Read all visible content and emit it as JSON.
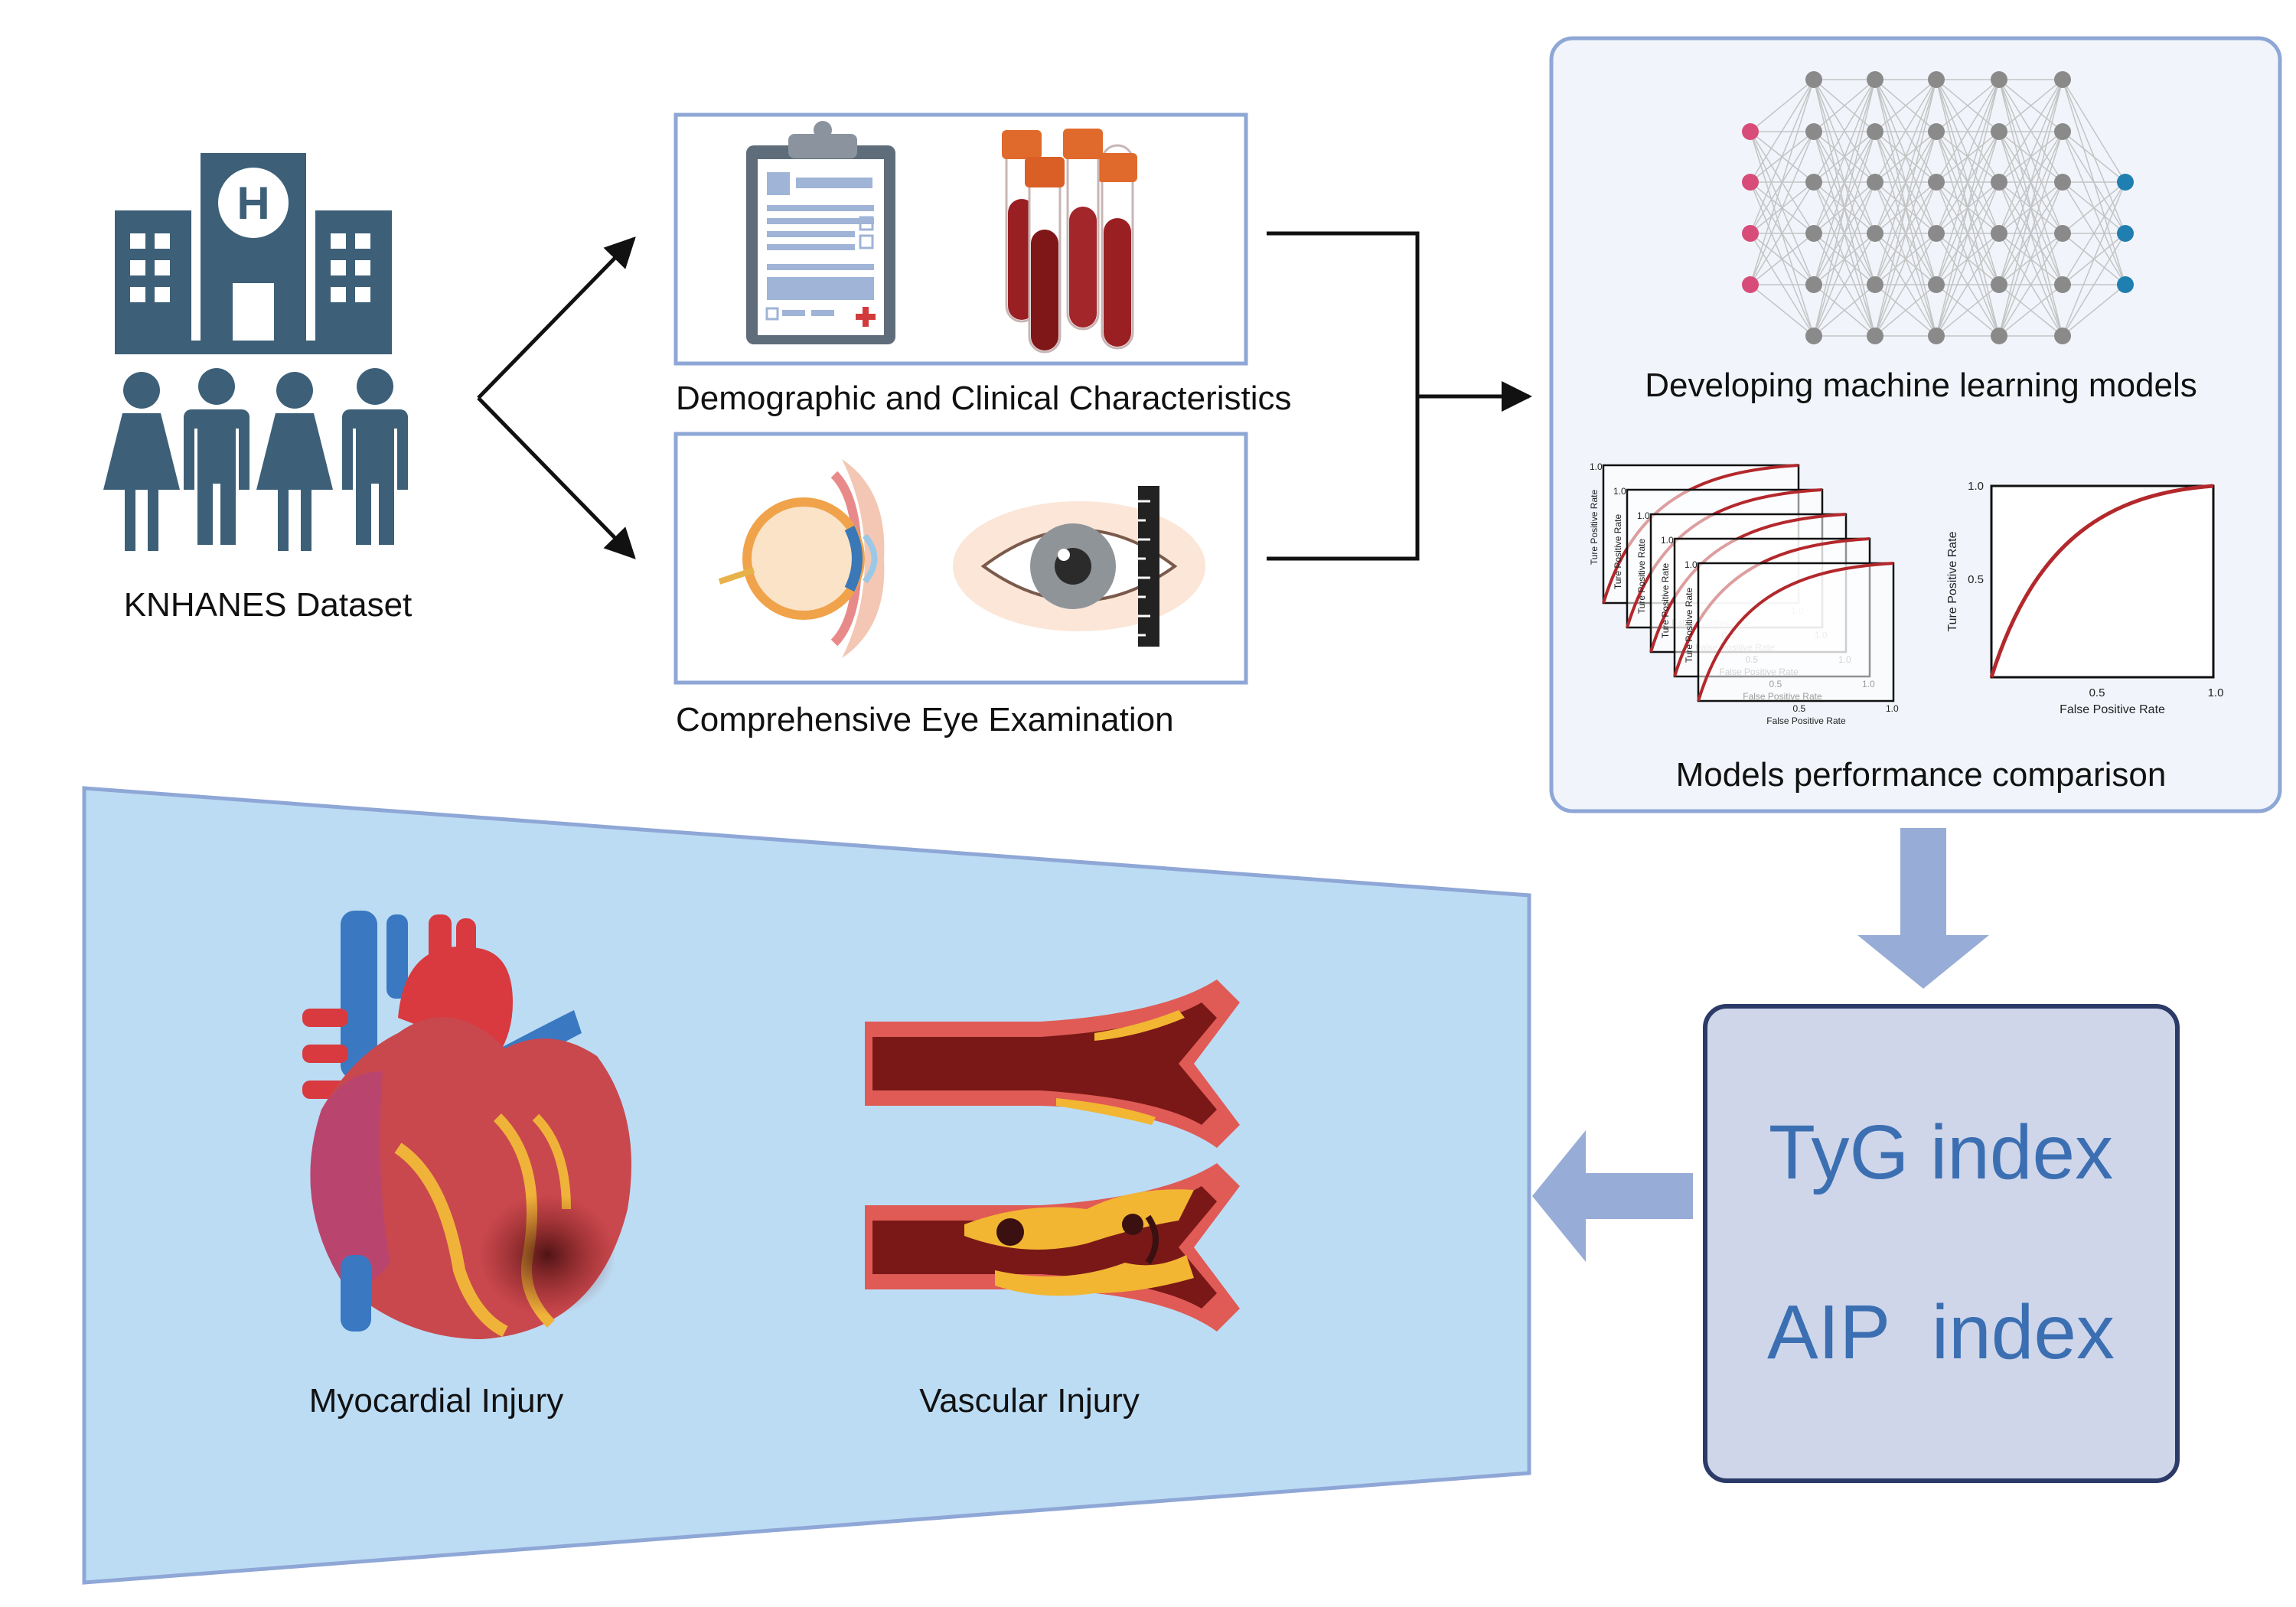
{
  "dataset": {
    "label": "KNHANES Dataset"
  },
  "inputs": {
    "clinical_label": "Demographic and Clinical Characteristics",
    "eye_label": "Comprehensive Eye Examination"
  },
  "ml": {
    "dev_label": "Developing machine learning models",
    "compare_label": "Models performance comparison",
    "roc_small": {
      "tick_1": "1.0",
      "tick_05": "0.5",
      "ylabel": "Ture Positive Rate",
      "xlabel": "False Positive Rate"
    },
    "roc_big": {
      "ytick_1": "1.0",
      "ytick_05": "0.5",
      "xtick_05": "0.5",
      "xtick_1": "1.0",
      "ylabel": "Ture Positive Rate",
      "xlabel": "False Positive Rate"
    }
  },
  "indices": {
    "tyg": "TyG index",
    "aip": "AIP  index"
  },
  "outcomes": {
    "myocardial": "Myocardial Injury",
    "vascular": "Vascular Injury"
  },
  "colors": {
    "panel_border": "#8ea7d6",
    "ml_panel_fill": "#f1f5fb",
    "outcome_fill": "#bcdcf4",
    "index_fill": "#cfd6ea",
    "index_border": "#2b3a67",
    "index_text": "#3b6fb2",
    "big_arrow": "#97acd6",
    "building": "#3d6078",
    "nn_input": "#d84c7a",
    "nn_hidden": "#8a8a8a",
    "nn_output": "#1f7fb0",
    "roc_curve": "#b3282c"
  }
}
